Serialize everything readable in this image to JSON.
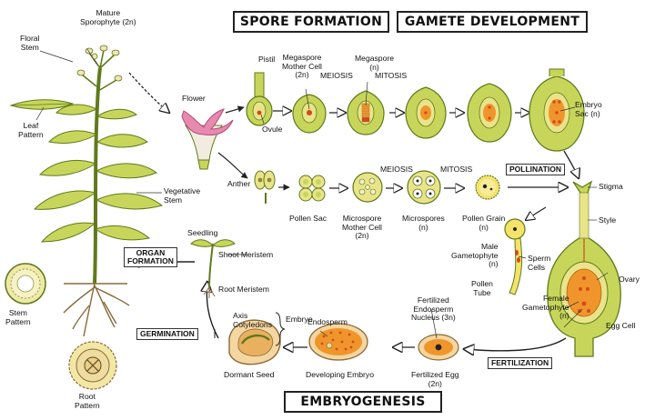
{
  "headers": {
    "spore_formation": "SPORE FORMATION",
    "gamete_development": "GAMETE DEVELOPMENT",
    "embryogenesis": "EMBRYOGENESIS"
  },
  "boxes": {
    "pollination": "POLLINATION",
    "fertilization": "FERTILIZATION",
    "germination": "GERMINATION",
    "organ_formation": "ORGAN\nFORMATION"
  },
  "labels": {
    "mature_sporophyte": "Mature\nSporophyte (2n)",
    "floral_stem": "Floral\nStem",
    "leaf_pattern": "Leaf\nPattern",
    "vegetative_stem": "Vegetative\nStem",
    "stem_pattern": "Stem\nPattern",
    "root_pattern": "Root\nPattern",
    "flower": "Flower",
    "pistil": "Pistil",
    "ovule": "Ovule",
    "anther": "Anther",
    "megaspore_mother_cell": "Megaspore\nMother Cell\n(2n)",
    "meiosis_top": "MEIOSIS",
    "megaspore": "Megaspore\n(n)",
    "mitosis_top": "MITOSIS",
    "embryo_sac": "Embryo\nSac (n)",
    "pollen_sac": "Pollen Sac",
    "meiosis_mid": "MEIOSIS",
    "mitosis_mid": "MITOSIS",
    "microspore_mother_cell": "Microspore\nMother Cell\n(2n)",
    "microspores": "Microspores\n(n)",
    "pollen_grain": "Pollen Grain\n(n)",
    "stigma": "Stigma",
    "style": "Style",
    "male_gametophyte": "Male\nGametophyte\n(n)",
    "sperm_cells": "Sperm\nCells",
    "pollen_tube": "Pollen\nTube",
    "ovary": "Ovary",
    "female_gametophyte": "Female\nGametophyte\n(n)",
    "egg_cell": "Egg Cell",
    "seedling": "Seedling",
    "shoot_meristem": "Shoot Meristem",
    "root_meristem": "Root Meristem",
    "axis": "Axis",
    "cotyledons": "Cotyledons",
    "embryo": "Embryo",
    "endosperm": "Endosperm",
    "fertilized_endosperm": "Fertilized\nEndosperm\nNucleus (3n)",
    "dormant_seed": "Dormant Seed",
    "developing_embryo": "Developing Embryo",
    "fertilized_egg": "Fertilized Egg\n(2n)"
  },
  "colors": {
    "plant_green": "#c7d65a",
    "dark_green": "#5f7a1c",
    "tissue_yellow": "#e9e48a",
    "embryo_sac_orange": "#f0952b",
    "nucleus_red": "#d14a1c",
    "flower_pink": "#e88ab0",
    "root_brown": "#8a6a3a",
    "ink": "#222222"
  }
}
